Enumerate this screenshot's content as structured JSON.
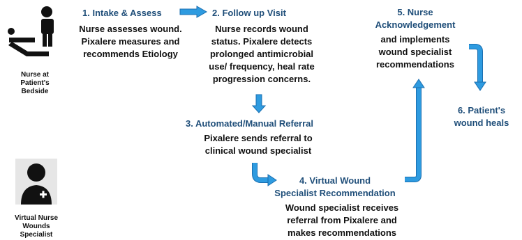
{
  "actors": {
    "nurse": {
      "label_lines": [
        "Nurse at",
        "Patient's",
        "Bedside"
      ],
      "icon": "nurse-bed-icon"
    },
    "specialist": {
      "label_lines": [
        "Virtual Nurse",
        "Wounds",
        "Specialist"
      ],
      "icon": "doctor-icon"
    }
  },
  "steps": {
    "s1": {
      "title": "1.   Intake & Assess",
      "body_lines": [
        "Nurse assesses wound.",
        "Pixalere measures and",
        "recommends Etiology"
      ]
    },
    "s2": {
      "title": "2. Follow up Visit",
      "body_lines": [
        "Nurse records wound",
        "status.  Pixalere detects",
        "prolonged antimicrobial",
        "use/ frequency, heal rate",
        "progression concerns."
      ]
    },
    "s3": {
      "title": "3. Automated/Manual Referral",
      "body_lines": [
        "Pixalere sends referral to",
        "clinical wound  specialist"
      ]
    },
    "s4": {
      "title_lines": [
        "4. Virtual Wound",
        "Specialist Recommendation"
      ],
      "body_lines": [
        "Wound specialist receives",
        "referral from Pixalere and",
        "makes recommendations"
      ]
    },
    "s5": {
      "title_lines": [
        "5. Nurse",
        "Acknowledgement"
      ],
      "body_lines": [
        "and implements",
        "wound specialist",
        "recommendations"
      ]
    },
    "s6": {
      "title_lines": [
        "6. Patient's",
        "wound heals"
      ]
    }
  },
  "colors": {
    "accent": "#1f4e79",
    "arrow_fill": "#2e9be0",
    "arrow_stroke": "#1b6fb0"
  }
}
